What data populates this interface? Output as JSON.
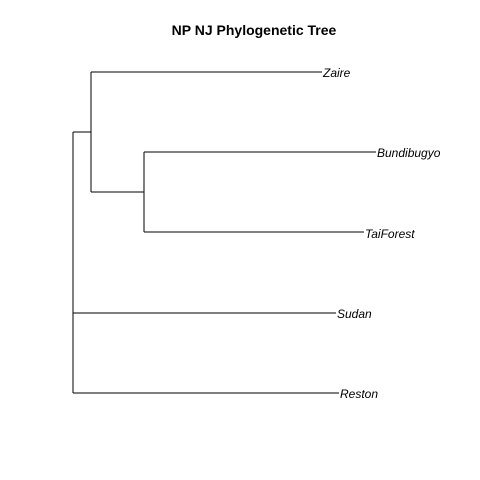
{
  "title": "NP NJ Phylogenetic Tree",
  "tips": {
    "zaire": "Zaire",
    "bundibugyo": "Bundibugyo",
    "taiforest": "TaiForest",
    "sudan": "Sudan",
    "reston": "Reston"
  },
  "colors": {
    "background": "#ffffff",
    "branch": "#000000",
    "text": "#000000"
  }
}
